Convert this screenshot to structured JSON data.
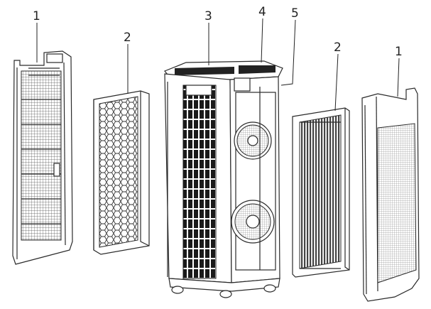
{
  "callouts": {
    "left_cover": "1",
    "left_filter": "2",
    "main_body": "3",
    "top_panel": "4",
    "sensor": "5",
    "right_filter": "2",
    "right_cover": "1"
  },
  "colors": {
    "line": "#2a2a2a",
    "grille": "#1a1a1a",
    "background": "#ffffff"
  }
}
